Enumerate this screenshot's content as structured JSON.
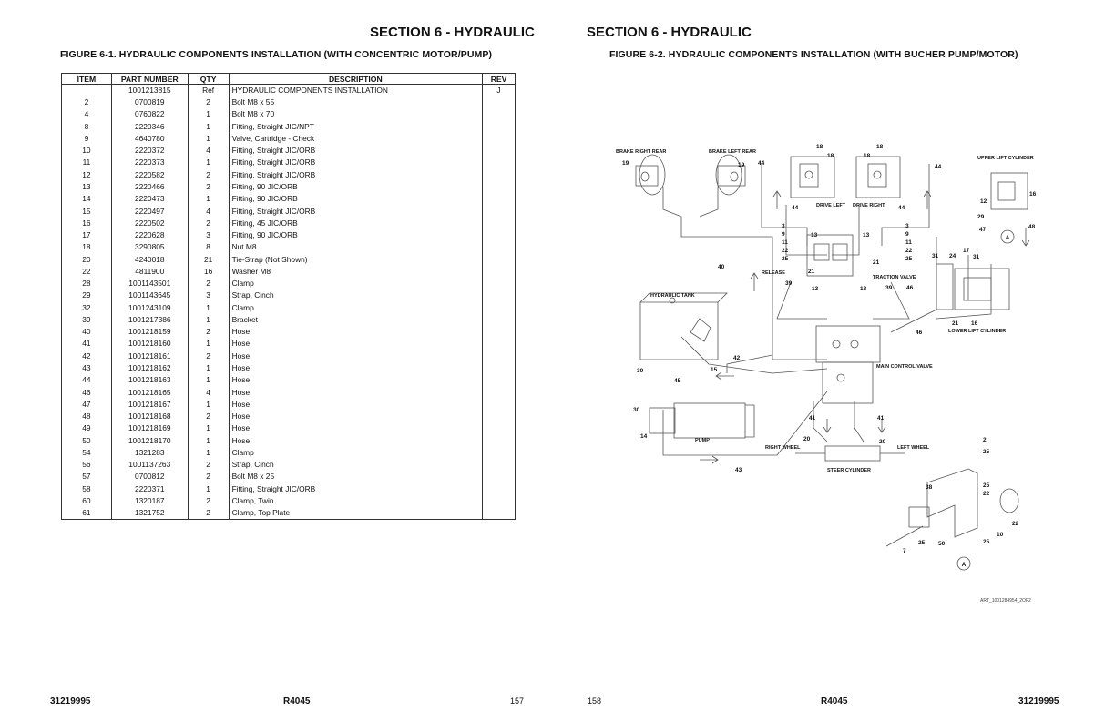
{
  "left_page": {
    "section_title": "SECTION 6 - HYDRAULIC",
    "figure_title": "FIGURE 6-1. HYDRAULIC COMPONENTS INSTALLATION (WITH CONCENTRIC MOTOR/PUMP)",
    "table": {
      "headers": [
        "ITEM",
        "PART NUMBER",
        "QTY",
        "DESCRIPTION",
        "REV"
      ],
      "rows": [
        [
          "",
          "1001213815",
          "Ref",
          "HYDRAULIC COMPONENTS INSTALLATION",
          "J"
        ],
        [
          "2",
          "0700819",
          "2",
          "Bolt M8 x 55",
          ""
        ],
        [
          "4",
          "0760822",
          "1",
          "Bolt M8 x 70",
          ""
        ],
        [
          "8",
          "2220346",
          "1",
          "Fitting, Straight JIC/NPT",
          ""
        ],
        [
          "9",
          "4640780",
          "1",
          "Valve, Cartridge - Check",
          ""
        ],
        [
          "10",
          "2220372",
          "4",
          "Fitting, Straight JIC/ORB",
          ""
        ],
        [
          "11",
          "2220373",
          "1",
          "Fitting, Straight JIC/ORB",
          ""
        ],
        [
          "12",
          "2220582",
          "2",
          "Fitting, Straight JIC/ORB",
          ""
        ],
        [
          "13",
          "2220466",
          "2",
          "Fitting, 90 JIC/ORB",
          ""
        ],
        [
          "14",
          "2220473",
          "1",
          "Fitting, 90 JIC/ORB",
          ""
        ],
        [
          "15",
          "2220497",
          "4",
          "Fitting, Straight JIC/ORB",
          ""
        ],
        [
          "16",
          "2220502",
          "2",
          "Fitting, 45 JIC/ORB",
          ""
        ],
        [
          "17",
          "2220628",
          "3",
          "Fitting, 90 JIC/ORB",
          ""
        ],
        [
          "18",
          "3290805",
          "8",
          "Nut M8",
          ""
        ],
        [
          "20",
          "4240018",
          "21",
          "Tie-Strap (Not Shown)",
          ""
        ],
        [
          "22",
          "4811900",
          "16",
          "Washer M8",
          ""
        ],
        [
          "28",
          "1001143501",
          "2",
          "Clamp",
          ""
        ],
        [
          "29",
          "1001143645",
          "3",
          "Strap, Cinch",
          ""
        ],
        [
          "32",
          "1001243109",
          "1",
          "Clamp",
          ""
        ],
        [
          "39",
          "1001217386",
          "1",
          "Bracket",
          ""
        ],
        [
          "40",
          "1001218159",
          "2",
          "Hose",
          ""
        ],
        [
          "41",
          "1001218160",
          "1",
          "Hose",
          ""
        ],
        [
          "42",
          "1001218161",
          "2",
          "Hose",
          ""
        ],
        [
          "43",
          "1001218162",
          "1",
          "Hose",
          ""
        ],
        [
          "44",
          "1001218163",
          "1",
          "Hose",
          ""
        ],
        [
          "46",
          "1001218165",
          "4",
          "Hose",
          ""
        ],
        [
          "47",
          "1001218167",
          "1",
          "Hose",
          ""
        ],
        [
          "48",
          "1001218168",
          "2",
          "Hose",
          ""
        ],
        [
          "49",
          "1001218169",
          "1",
          "Hose",
          ""
        ],
        [
          "50",
          "1001218170",
          "1",
          "Hose",
          ""
        ],
        [
          "54",
          "1321283",
          "1",
          "Clamp",
          ""
        ],
        [
          "56",
          "1001137263",
          "2",
          "Strap, Cinch",
          ""
        ],
        [
          "57",
          "0700812",
          "2",
          "Bolt M8 x 25",
          ""
        ],
        [
          "58",
          "2220371",
          "1",
          "Fitting, Straight JIC/ORB",
          ""
        ],
        [
          "60",
          "1320187",
          "2",
          "Clamp, Twin",
          ""
        ],
        [
          "61",
          "1321752",
          "2",
          "Clamp, Top Plate",
          ""
        ]
      ]
    },
    "footer": {
      "doc_number": "31219995",
      "model": "R4045",
      "page": "157"
    }
  },
  "right_page": {
    "section_title": "SECTION 6 - HYDRAULIC",
    "figure_title": "FIGURE 6-2. HYDRAULIC COMPONENTS INSTALLATION (WITH BUCHER PUMP/MOTOR)",
    "diagram": {
      "labels": {
        "brake_right_rear": "BRAKE RIGHT REAR",
        "brake_left_rear": "BRAKE LEFT REAR",
        "upper_lift_cylinder": "UPPER LIFT CYLINDER",
        "drive_left": "DRIVE LEFT",
        "drive_right": "DRIVE RIGHT",
        "release": "RELEASE",
        "traction_valve": "TRACTION VALVE",
        "hydraulic_tank": "HYDRAULIC TANK",
        "lower_lift_cylinder": "LOWER LIFT CYLINDER",
        "main_control_valve": "MAIN CONTROL VALVE",
        "pump": "PUMP",
        "right_wheel": "RIGHT WHEEL",
        "left_wheel": "LEFT WHEEL",
        "steer_cylinder": "STEER CYLINDER",
        "detail_a": "A"
      },
      "art_id": "ART_1001284954_2OF2"
    },
    "footer": {
      "page": "158",
      "model": "R4045",
      "doc_number": "31219995"
    }
  }
}
